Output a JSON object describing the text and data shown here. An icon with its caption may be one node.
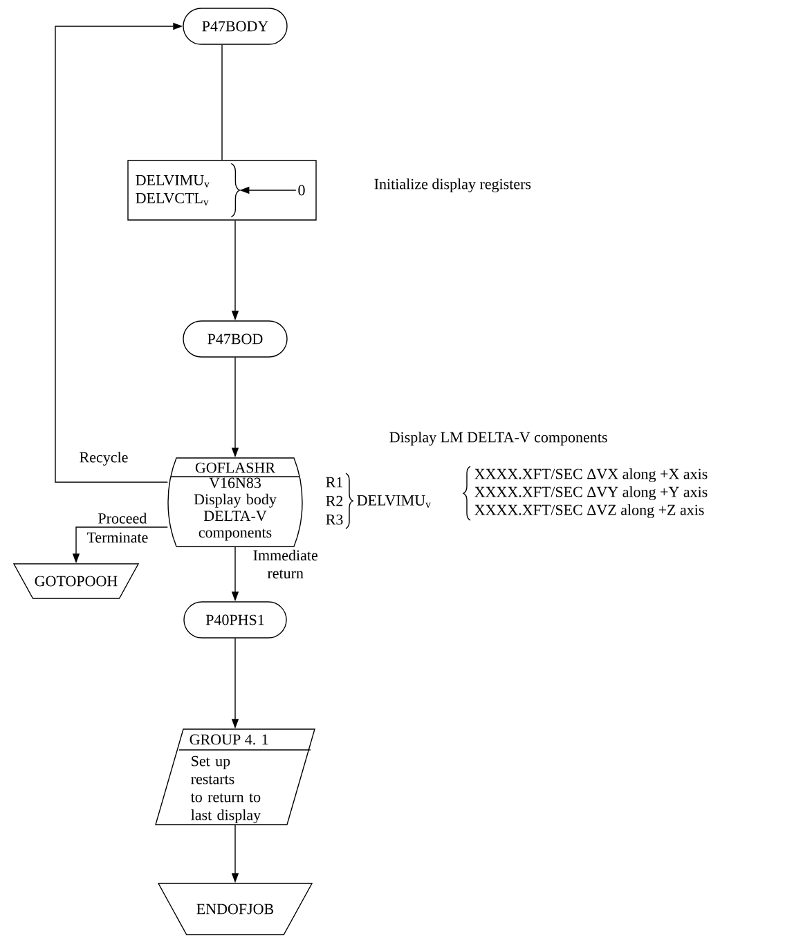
{
  "diagram": {
    "nodes": [
      {
        "text": [
          "P47BODY"
        ]
      },
      {
        "text": [],
        "shape": "box"
      },
      {
        "text": [
          "DELVIMU$_{v}$",
          "DELVCTL$_{v}$"
        ],
        "in": 1
      },
      {
        "text": [
          "0"
        ],
        "in": 1
      },
      {
        "text": [
          "P47BOD"
        ]
      },
      {
        "text": [
          "GOFLASHR",
          "V16N83 Display body DELTA-V components"
        ]
      },
      {
        "text": [
          "GOTOPOOH"
        ]
      },
      {
        "text": [
          "P40PHS1"
        ]
      },
      {
        "text": [
          "GROUP 4. 1",
          "Set up restarts to return to last display"
        ]
      },
      {
        "text": [
          "ENDOFJOB"
        ]
      }
    ],
    "edges": [
      {
        "from": 0,
        "to": 1,
        "arrow": "none"
      },
      {
        "from": 3,
        "to": 2,
        "arrow": "to"
      },
      {
        "from": 1,
        "to": 4,
        "arrow": "to"
      },
      {
        "from": 4,
        "to": 5,
        "arrow": "to"
      },
      {
        "from": 5,
        "to": 0,
        "arrow": "to",
        "label": "Recycle"
      },
      {
        "from": 5,
        "to": 6,
        "arrow": "to",
        "label": "Proceed"
      },
      {
        "from": 5,
        "to": 7,
        "arrow": "to",
        "label": "Immediate return"
      },
      {
        "from": 7,
        "to": 8,
        "arrow": "to"
      },
      {
        "from": 8,
        "to": 9,
        "arrow": "to"
      }
    ],
    "labels": [
      "Initialize display registers",
      "Display LM DELTA-V components",
      "Terminate",
      "R1",
      "R2",
      "R3",
      "DELVIMU$_{v}$",
      "XXXX.XFT/SEC ΔVX along +X axis",
      "XXXX.XFT/SEC ΔVY along +Y axis",
      "XXXX.XFT/SEC ΔVZ along +Z axis"
    ]
  }
}
